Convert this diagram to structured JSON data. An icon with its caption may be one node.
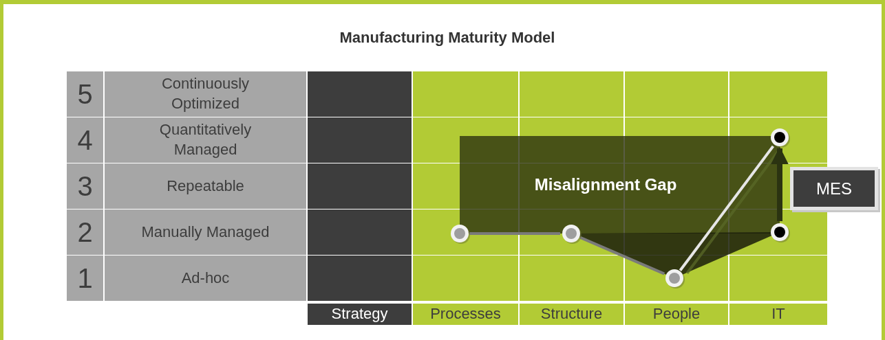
{
  "diagram": {
    "title": "Manufacturing Maturity Model",
    "nodes": [
      {
        "text": [
          "MES"
        ]
      },
      {
        "text": [],
        "shape": "circle"
      },
      {
        "text": [],
        "shape": "circle"
      },
      {
        "text": [],
        "shape": "circle"
      },
      {
        "text": [],
        "shape": "circle"
      },
      {
        "text": [],
        "shape": "circle"
      }
    ],
    "edges": [
      {
        "from": 1,
        "to": 2,
        "arrow": "none"
      },
      {
        "from": 2,
        "to": 3,
        "arrow": "none"
      },
      {
        "from": 3,
        "to": 4,
        "arrow": "none",
        "color": "#e6e6e6"
      },
      {
        "from": 5,
        "to": 4,
        "arrow": "to",
        "style": "thick",
        "color": "#2b3311"
      }
    ],
    "labels": [
      "5",
      "Continuously Optimized",
      "4",
      "Quantitatively Managed",
      "3",
      "Repeatable",
      "2",
      "Manually Managed",
      "1",
      "Ad-hoc",
      "Misalignment Gap",
      "Strategy",
      "Processes",
      "Structure",
      "People",
      "IT"
    ]
  }
}
